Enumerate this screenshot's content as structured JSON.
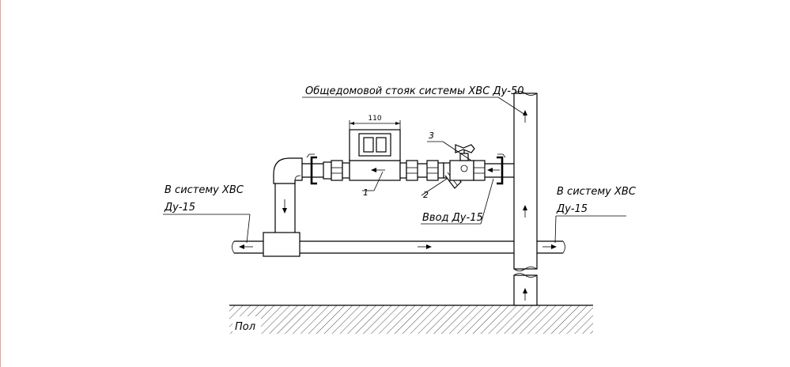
{
  "labels": {
    "riser": "Общедомовой стояк системы ХВС Ду-50",
    "left_system_line1": "В систему ХВС",
    "left_system_line2": "Ду-15",
    "right_system_line1": "В систему ХВС",
    "right_system_line2": "Ду-15",
    "inlet": "Ввод Ду-15",
    "floor": "Пол",
    "dimension": "110",
    "item1": "1",
    "item2": "2",
    "item3": "3"
  }
}
